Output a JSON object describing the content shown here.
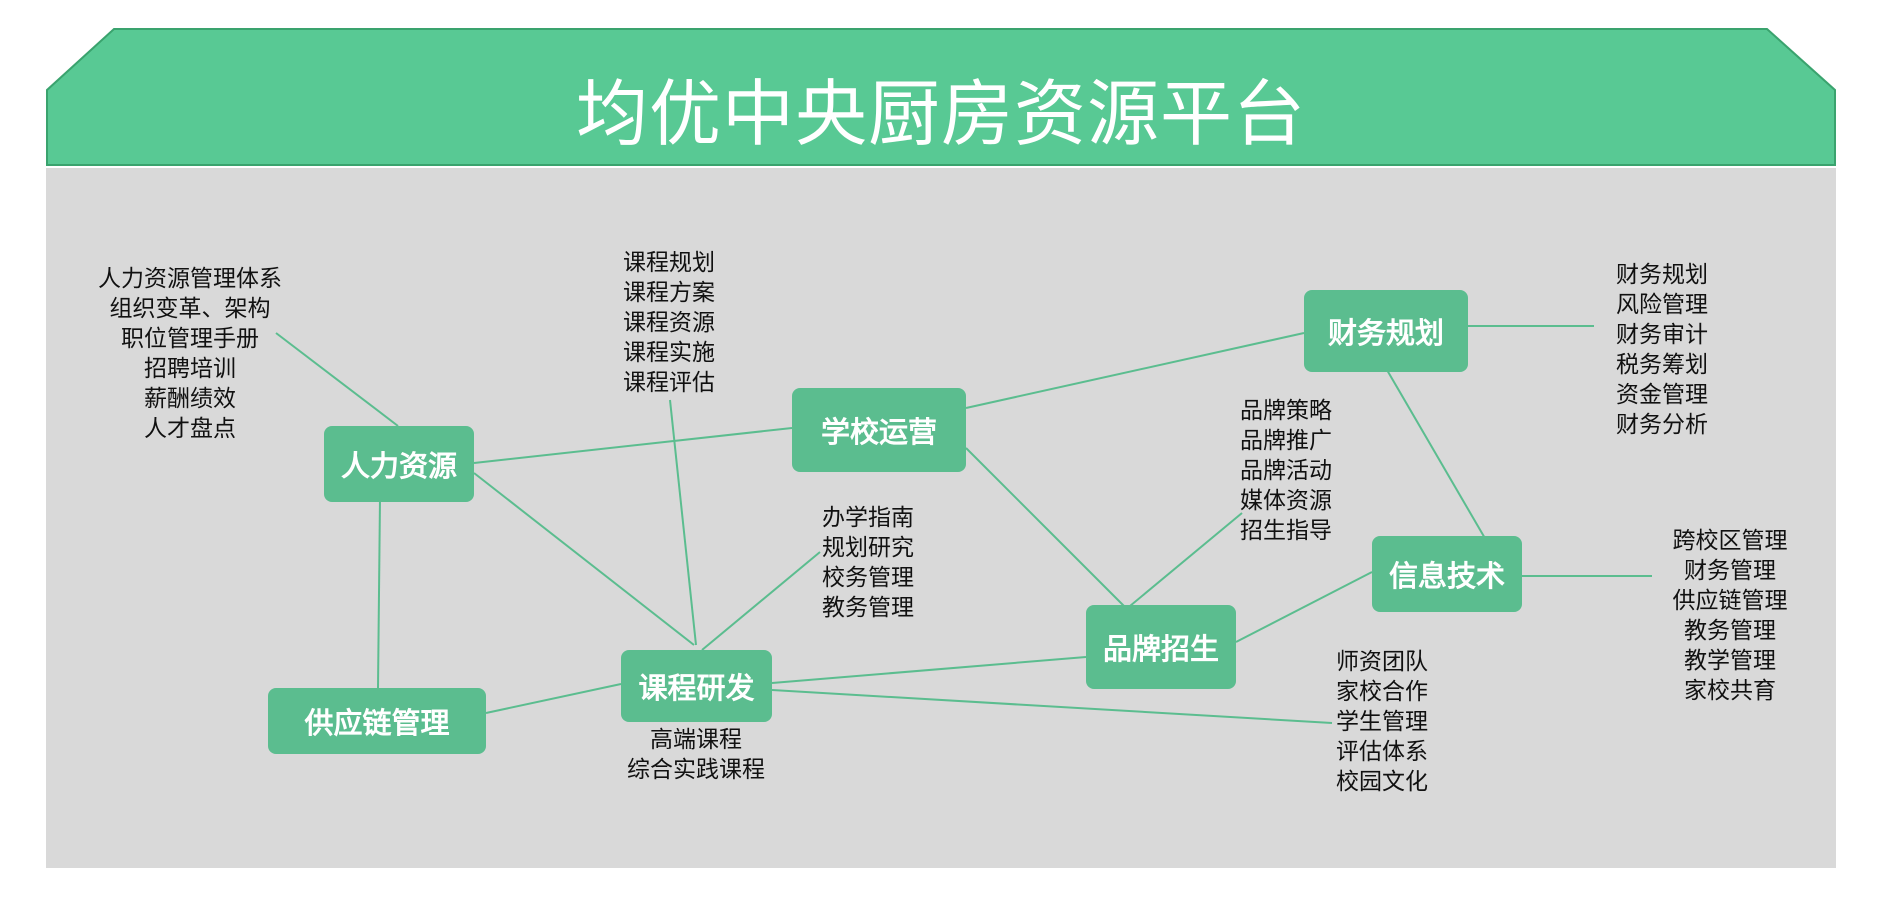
{
  "title": "均优中央厨房资源平台",
  "colors": {
    "banner": "#58c994",
    "panel": "#d9d9d9",
    "node": "#5bbd8f",
    "link": "#5bbd8f"
  },
  "nodes": {
    "renli": "人力资源",
    "xuexiao": "学校运营",
    "caiwu": "财务规划",
    "xinxi": "信息技术",
    "pinpai": "品牌招生",
    "kecheng": "课程研发",
    "gongying": "供应链管理"
  },
  "lists": {
    "renli": [
      "人力资源管理体系",
      "组织变革、架构",
      "职位管理手册",
      "招聘培训",
      "薪酬绩效",
      "人才盘点"
    ],
    "kecheng_top": [
      "课程规划",
      "课程方案",
      "课程资源",
      "课程实施",
      "课程评估"
    ],
    "xuexiao_sub": [
      "办学指南",
      "规划研究",
      "校务管理",
      "教务管理"
    ],
    "kecheng_bottom": [
      "高端课程",
      "综合实践课程"
    ],
    "pinpai": [
      "品牌策略",
      "品牌推广",
      "品牌活动",
      "媒体资源",
      "招生指导"
    ],
    "shizi": [
      "师资团队",
      "家校合作",
      "学生管理",
      "评估体系",
      "校园文化"
    ],
    "caiwu": [
      "财务规划",
      "风险管理",
      "财务审计",
      "税务筹划",
      "资金管理",
      "财务分析"
    ],
    "xinxi": [
      "跨校区管理",
      "财务管理",
      "供应链管理",
      "教务管理",
      "教学管理",
      "家校共育"
    ]
  }
}
